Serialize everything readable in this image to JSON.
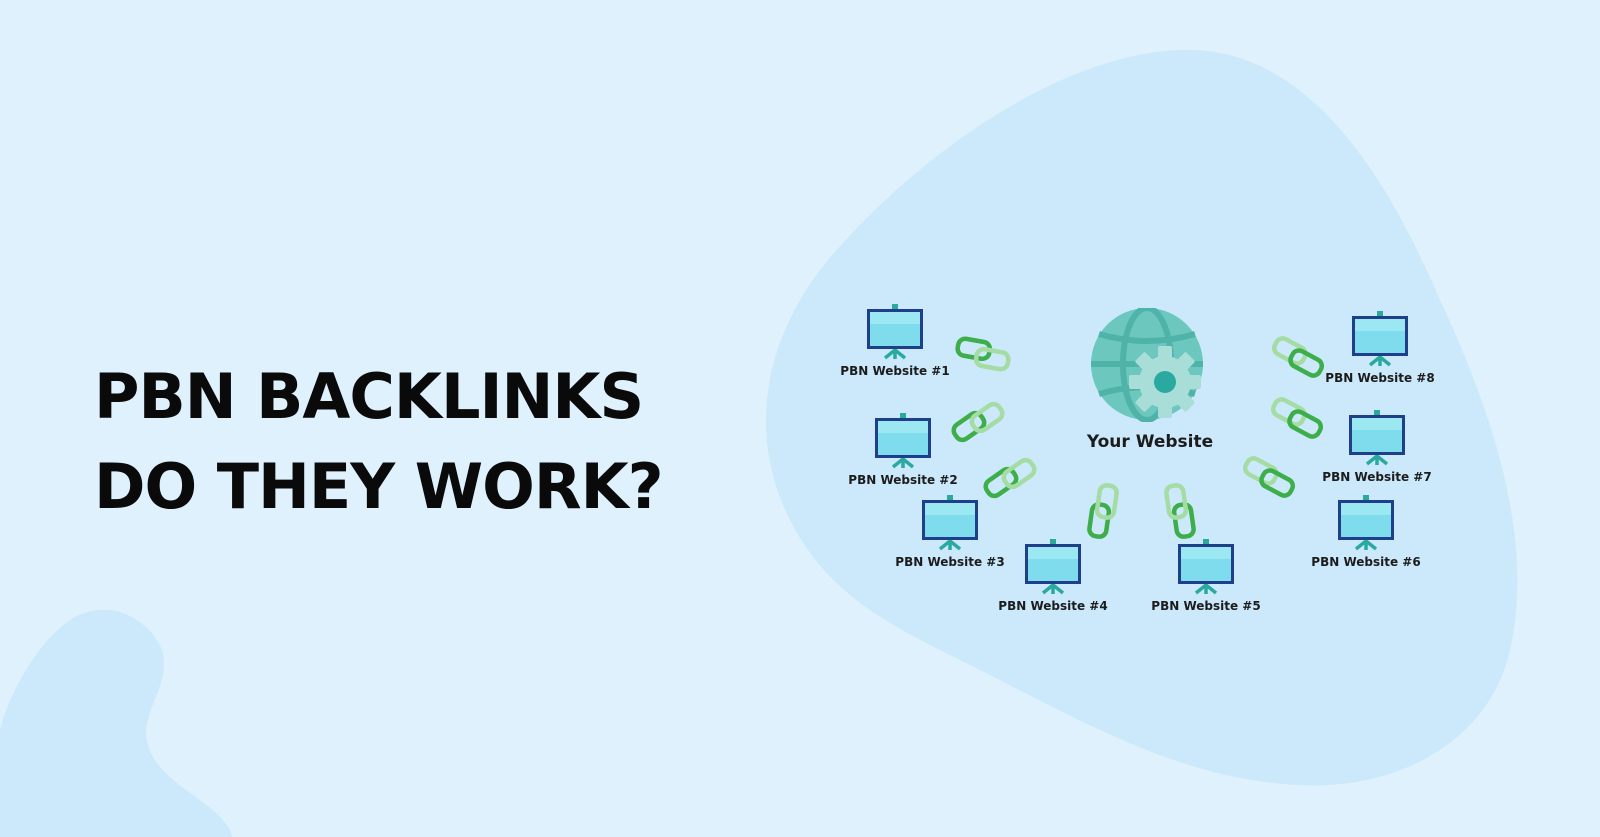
{
  "headline": {
    "line1": "PBN BACKLINKS",
    "line2": "DO THEY WORK?"
  },
  "diagram": {
    "center": {
      "label": "Your Website",
      "icon": "globe-gear-icon"
    },
    "nodes": [
      {
        "label": "PBN Website #1",
        "icon": "monitor-icon"
      },
      {
        "label": "PBN Website #2",
        "icon": "monitor-icon"
      },
      {
        "label": "PBN Website #3",
        "icon": "monitor-icon"
      },
      {
        "label": "PBN Website #4",
        "icon": "monitor-icon"
      },
      {
        "label": "PBN Website #5",
        "icon": "monitor-icon"
      },
      {
        "label": "PBN Website #6",
        "icon": "monitor-icon"
      },
      {
        "label": "PBN Website #7",
        "icon": "monitor-icon"
      },
      {
        "label": "PBN Website #8",
        "icon": "monitor-icon"
      }
    ],
    "link_icon": "chain-link-icon"
  },
  "colors": {
    "background": "#dff1fd",
    "blob": "#cbe9fb",
    "text": "#0a0a0a",
    "link_dark": "#3dae4a",
    "link_light": "#a5dca4",
    "monitor_frame": "#1f3f8a",
    "monitor_screen": "#7fdcec",
    "monitor_stand": "#2aa9a0",
    "globe": "#6cc8be"
  }
}
